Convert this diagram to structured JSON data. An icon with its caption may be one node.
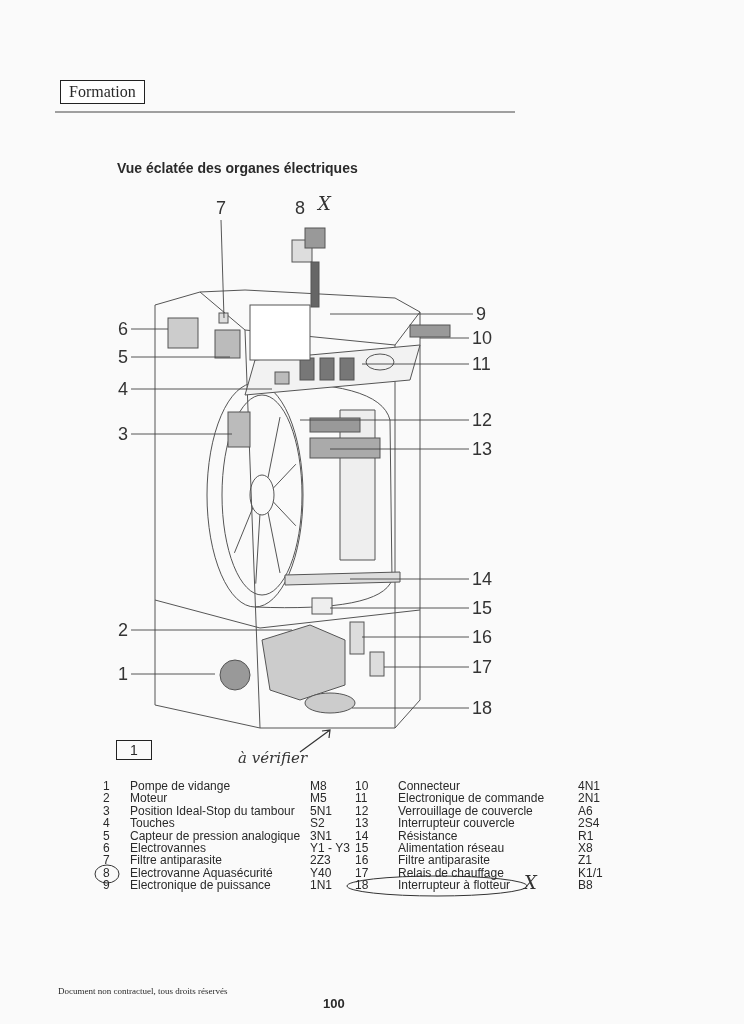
{
  "diagram": {
    "title": "Vue éclatée des organes électriques",
    "nodes": [
      {
        "text": [
          "Formation"
        ]
      },
      {
        "text": [
          "1"
        ]
      },
      {
        "text": [
          "1"
        ]
      },
      {
        "text": [
          "2"
        ]
      },
      {
        "text": [
          "3"
        ]
      },
      {
        "text": [
          "4"
        ]
      },
      {
        "text": [
          "5"
        ]
      },
      {
        "text": [
          "6"
        ]
      },
      {
        "text": [
          "7"
        ]
      },
      {
        "text": [
          "8"
        ]
      },
      {
        "text": [
          "9"
        ]
      },
      {
        "text": [
          "10"
        ]
      },
      {
        "text": [
          "11"
        ]
      },
      {
        "text": [
          "12"
        ]
      },
      {
        "text": [
          "13"
        ]
      },
      {
        "text": [
          "14"
        ]
      },
      {
        "text": [
          "15"
        ]
      },
      {
        "text": [
          "16"
        ]
      },
      {
        "text": [
          "17"
        ]
      },
      {
        "text": [
          "18"
        ]
      }
    ],
    "edges": [
      {
        "from": 2,
        "to": null,
        "arrow": "none"
      },
      {
        "from": 3,
        "to": null,
        "arrow": "none"
      },
      {
        "from": 4,
        "to": null,
        "arrow": "none"
      },
      {
        "from": 5,
        "to": null,
        "arrow": "none"
      },
      {
        "from": 6,
        "to": null,
        "arrow": "none"
      },
      {
        "from": 7,
        "to": null,
        "arrow": "none"
      },
      {
        "from": 8,
        "to": null,
        "arrow": "none"
      },
      {
        "from": 10,
        "to": null,
        "arrow": "none"
      },
      {
        "from": 11,
        "to": null,
        "arrow": "none"
      },
      {
        "from": 12,
        "to": null,
        "arrow": "none"
      },
      {
        "from": 13,
        "to": null,
        "arrow": "none"
      },
      {
        "from": 14,
        "to": null,
        "arrow": "none"
      },
      {
        "from": 15,
        "to": null,
        "arrow": "none"
      },
      {
        "from": 16,
        "to": null,
        "arrow": "none"
      },
      {
        "from": 17,
        "to": null,
        "arrow": "none"
      },
      {
        "from": 18,
        "to": null,
        "arrow": "none"
      },
      {
        "from": 19,
        "to": null,
        "arrow": "none"
      }
    ],
    "labels": [
      "X",
      "à vérifier",
      "1",
      "Pompe de vidange",
      "M8",
      "10",
      "Connecteur",
      "4N1",
      "2",
      "Moteur",
      "M5",
      "11",
      "Electronique de commande",
      "2N1",
      "3",
      "Position Ideal-Stop du tambour",
      "5N1",
      "12",
      "Verrouillage de couvercle",
      "A6",
      "4",
      "Touches",
      "S2",
      "13",
      "Interrupteur couvercle",
      "2S4",
      "5",
      "Capteur de pression analogique",
      "3N1",
      "14",
      "Résistance",
      "R1",
      "6",
      "Electrovannes",
      "Y1 - Y3",
      "15",
      "Alimentation réseau",
      "X8",
      "7",
      "Filtre antiparasite",
      "2Z3",
      "16",
      "Filtre antiparasite",
      "Z1",
      "8",
      "Electrovanne Aquasécurité",
      "Y40",
      "17",
      "Relais de chauffage",
      "K1/1",
      "9",
      "Electronique de puissance",
      "1N1",
      "18",
      "Interrupteur à flotteur",
      "X",
      "B8",
      "Document non contractuel, tous droits réservés",
      "100"
    ]
  }
}
